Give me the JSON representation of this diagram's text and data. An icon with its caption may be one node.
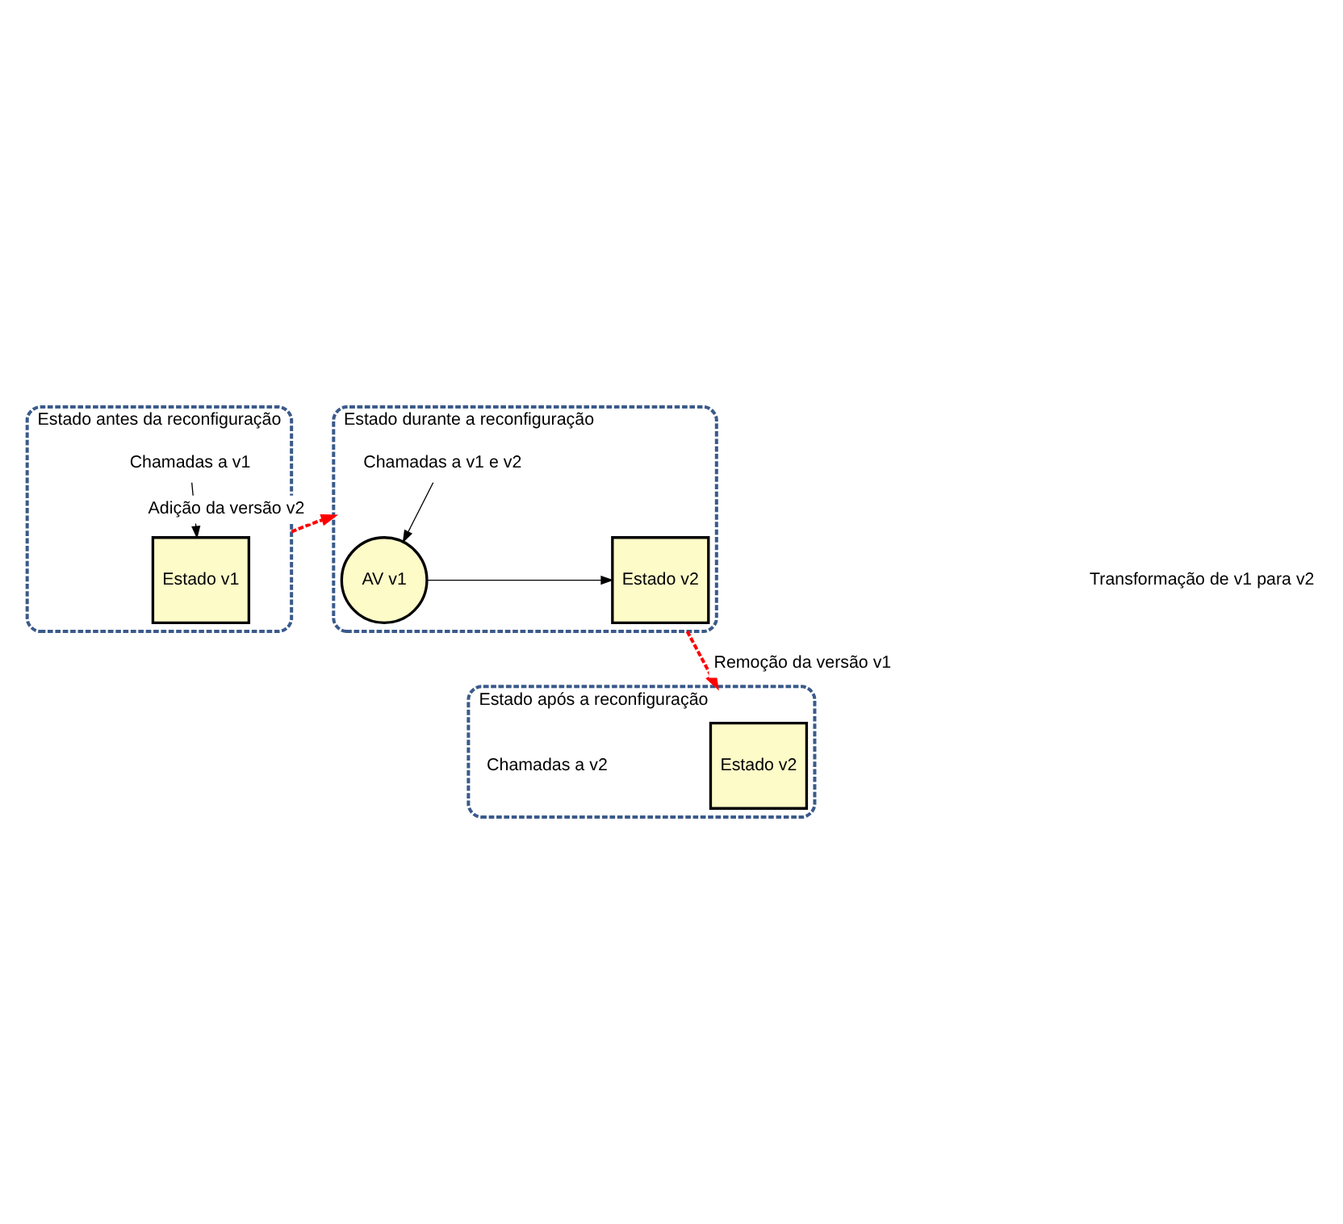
{
  "diagram": {
    "nodes": [
      {
        "text": [
          "Estado antes da reconfiguração"
        ]
      },
      {
        "text": [
          "Chamadas a v1"
        ],
        "in": 0
      },
      {
        "text": [
          "Estado v1"
        ],
        "in": 0
      },
      {
        "text": [
          "Estado durante a reconfiguração"
        ]
      },
      {
        "text": [
          "Chamadas a v1 e v2"
        ],
        "in": 3
      },
      {
        "text": [
          "Estado v2"
        ],
        "in": 3
      },
      {
        "text": [
          "AV v1"
        ],
        "in": 3
      },
      {
        "text": [
          "Estado após a reconfiguração"
        ]
      },
      {
        "text": [
          "Chamadas a v2"
        ],
        "in": 7
      },
      {
        "text": [
          "Estado v2"
        ],
        "in": 7
      }
    ],
    "edges": [
      {
        "from": 1,
        "to": 2,
        "arrow": "to"
      },
      {
        "from": 0,
        "to": 3,
        "arrow": "to",
        "label": "Adição da versão v2",
        "style": "dashed",
        "color": "#ff0000"
      },
      {
        "from": 4,
        "to": 6,
        "arrow": "to"
      },
      {
        "from": 6,
        "to": 5,
        "arrow": "to"
      },
      {
        "from": 3,
        "to": 7,
        "arrow": "to",
        "label": "Remoção da versão v1",
        "style": "dashed",
        "color": "#ff0000"
      }
    ],
    "labels": [
      "Transformação de v1 para v2"
    ]
  }
}
